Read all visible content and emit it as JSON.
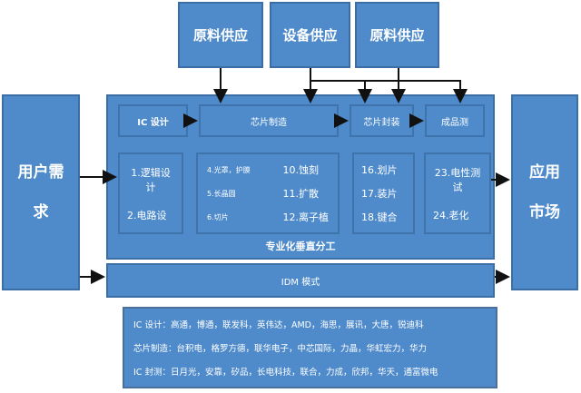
{
  "suppliers": [
    "原料供应",
    "设备供应",
    "原料供应"
  ],
  "user_demand": "用户需求",
  "market": "应用市场",
  "stages": [
    "IC 设计",
    "芯片制造",
    "芯片封装",
    "成品测"
  ],
  "design_steps": [
    "1.逻辑设计",
    "2.电路设"
  ],
  "fab_steps_a": [
    "4.光罩，护膜",
    "5.长晶圆",
    "6.切片"
  ],
  "fab_steps_b": [
    "10.蚀刻",
    "11.扩散",
    "12.离子植"
  ],
  "package_steps": [
    "16.划片",
    "17.装片",
    "18.键合"
  ],
  "test_steps": [
    "23.电性测试",
    "24.老化"
  ],
  "panel_label": "专业化垂直分工",
  "idm_label": "IDM 模式",
  "companies": [
    "IC 设计：高通，博通，联发科，英伟达，AMD，海思，展讯，大唐，锐迪科",
    "芯片制造：台积电，格罗方德，联华电子，中芯国际，力晶，华虹宏力，华力",
    "IC 封测：日月光，安靠，矽品，长电科技，联合，力成，欣邦，华天，通富微电"
  ]
}
